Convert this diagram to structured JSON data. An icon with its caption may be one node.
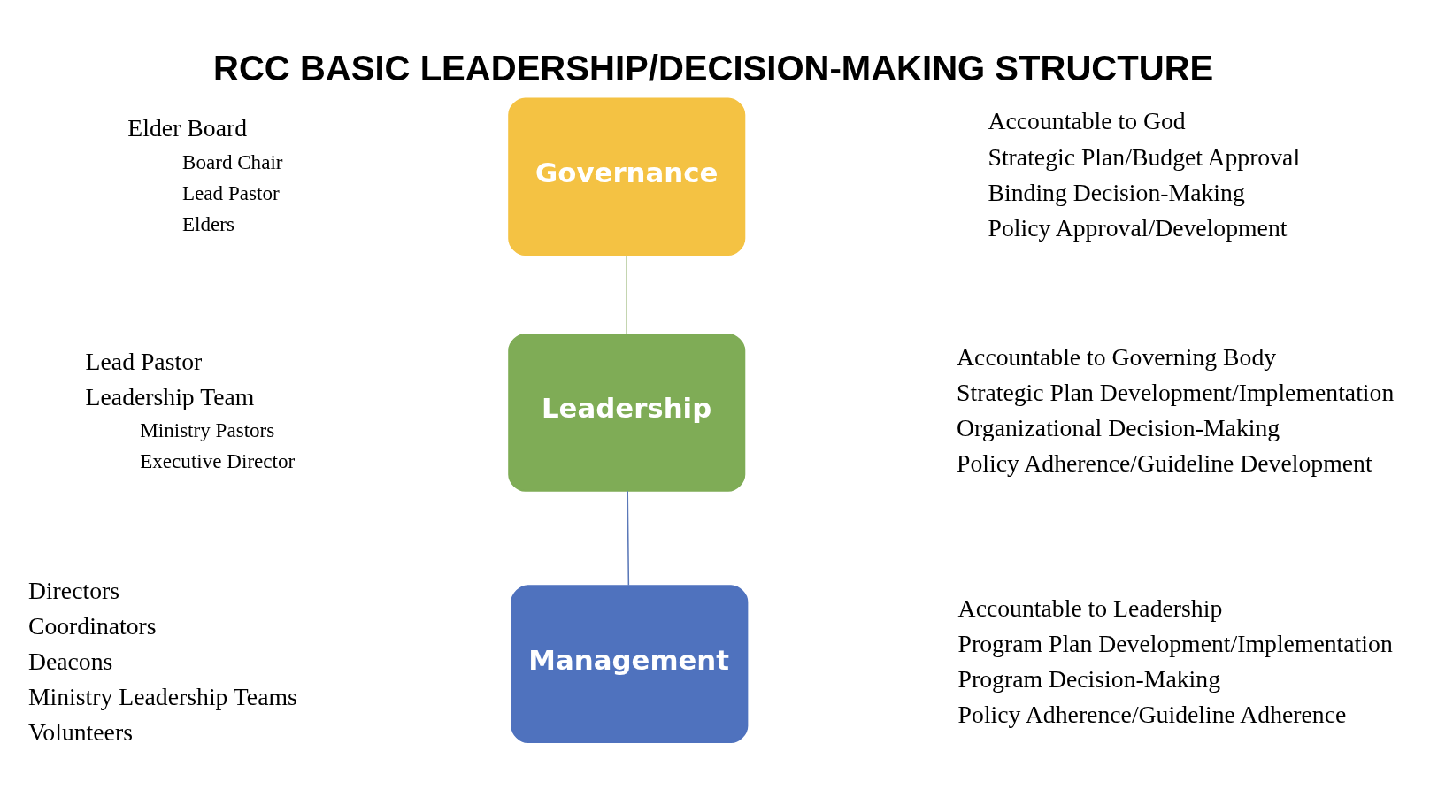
{
  "diagram": {
    "title": "RCC BASIC LEADERSHIP/DECISION-MAKING STRUCTURE",
    "nodes": [
      {
        "text": [
          "Governance"
        ],
        "beside": [
          "Elder Board",
          "Board Chair",
          "Lead Pastor",
          "Elders",
          "Accountable to God",
          "Strategic Plan/Budget Approval",
          "Binding Decision-Making",
          "Policy Approval/Development"
        ]
      },
      {
        "text": [
          "Leadership"
        ],
        "beside": [
          "Lead Pastor",
          "Leadership Team",
          "Ministry Pastors",
          "Executive Director",
          "Accountable to Governing Body",
          "Strategic Plan Development/Implementation",
          "Organizational Decision-Making",
          "Policy Adherence/Guideline Development"
        ]
      },
      {
        "text": [
          "Management"
        ],
        "beside": [
          "Directors",
          "Coordinators",
          "Deacons",
          "Ministry Leadership Teams",
          "Volunteers",
          "Accountable to Leadership",
          "Program Plan Development/Implementation",
          "Program Decision-Making",
          "Policy Adherence/Guideline Adherence"
        ]
      }
    ],
    "edges": [
      {
        "from": 0,
        "to": 1,
        "arrow": "none",
        "color": "#8fb06a"
      },
      {
        "from": 1,
        "to": 2,
        "arrow": "none",
        "color": "#5a78b8"
      }
    ]
  }
}
